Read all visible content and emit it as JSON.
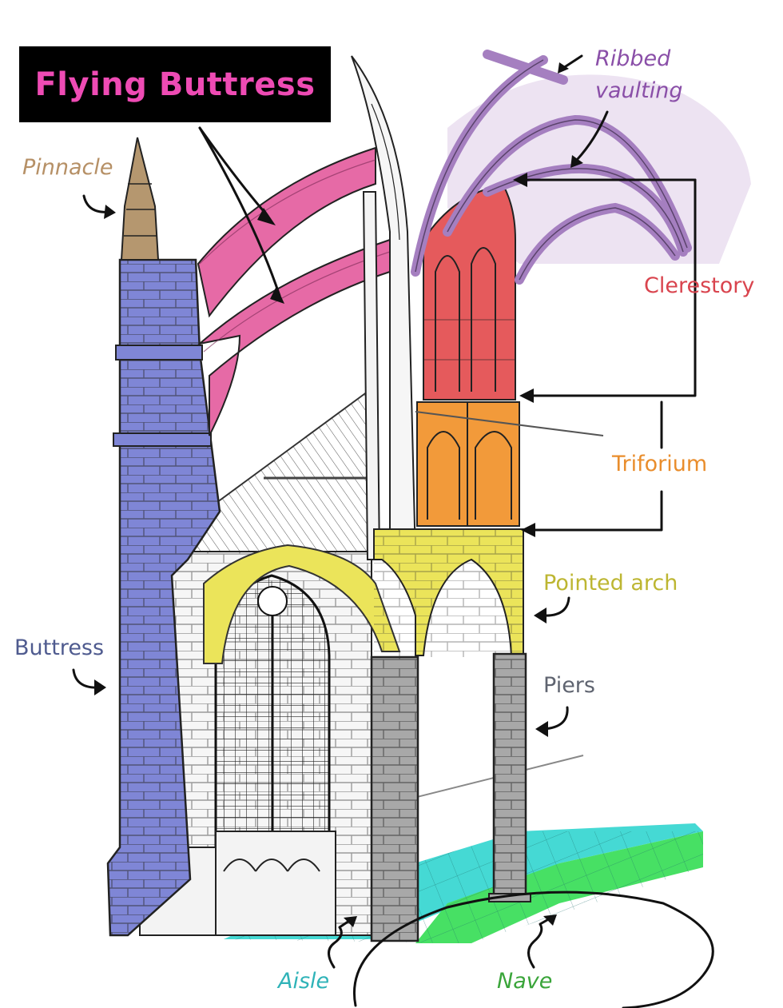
{
  "title": "Flying Buttress",
  "colors": {
    "title_text": "#ee4bb4",
    "title_bg": "#000000",
    "pinnacle": "#b5976f",
    "flying_buttress": "#e66aa6",
    "ribbed_vaulting": "#a57fc0",
    "clerestory": "#e55a5c",
    "triforium": "#f29a3a",
    "pointed_arch": "#ebe45a",
    "buttress": "#7f86d6",
    "piers": "#a8a8a8",
    "aisle": "#45d9d4",
    "nave": "#47e064"
  },
  "labels": {
    "pinnacle": "Pinnacle",
    "ribbed_vaulting_line1": "Ribbed",
    "ribbed_vaulting_line2": "vaulting",
    "clerestory": "Clerestory",
    "triforium": "Triforium",
    "pointed_arch": "Pointed arch",
    "buttress": "Buttress",
    "piers": "Piers",
    "aisle": "Aisle",
    "nave": "Nave"
  },
  "label_colors": {
    "pinnacle": "#b69066",
    "ribbed_vaulting": "#8a4fa8",
    "clerestory": "#d9444e",
    "triforium": "#e98d2c",
    "pointed_arch": "#bdb632",
    "buttress": "#4f5b8f",
    "piers": "#5f6470",
    "aisle": "#2fb3b8",
    "nave": "#3aa53a"
  }
}
